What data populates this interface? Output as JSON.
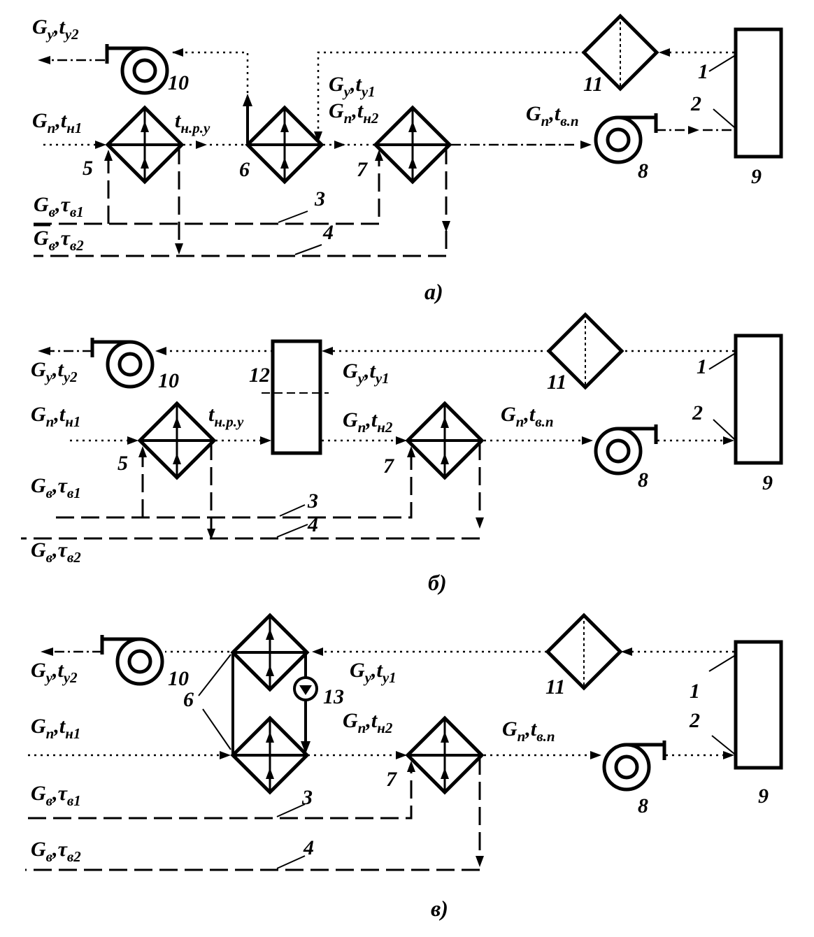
{
  "labels": {
    "G": "G",
    "t": "t",
    "tau": "τ",
    "sep": ",",
    "sub_u": "у",
    "sub_p": "п",
    "sub_v": "в",
    "sub_u1": "у1",
    "sub_u2": "у2",
    "sub_n1": "н1",
    "sub_n2": "н2",
    "sub_v1": "в1",
    "sub_v2": "в2",
    "sub_vp": "в.п",
    "sub_nru": "н.р.у"
  },
  "numbers": {
    "n1": "1",
    "n2": "2",
    "n3": "3",
    "n4": "4",
    "n5": "5",
    "n6": "6",
    "n7": "7",
    "n8": "8",
    "n9": "9",
    "n10": "10",
    "n11": "11",
    "n12": "12",
    "n13": "13"
  },
  "captions": {
    "a": "а)",
    "b": "б)",
    "v": "в)"
  },
  "icons": {
    "fan": "fan-icon",
    "heat_exchanger": "heat-exchanger-icon",
    "filter": "filter-icon",
    "room": "room-icon",
    "pump": "pump-icon",
    "recuperator": "recuperator-icon"
  }
}
